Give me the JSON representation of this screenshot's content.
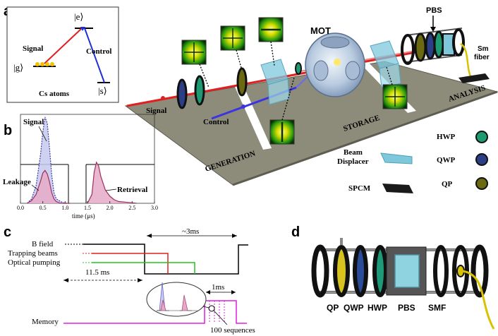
{
  "panels": {
    "a": "a",
    "b": "b",
    "c": "c",
    "d": "d"
  },
  "level_diagram": {
    "state_e": "|e⟩",
    "state_g": "|g⟩",
    "state_s": "|s⟩",
    "signal_label": "Signal",
    "control_label": "Control",
    "atoms_label": "Cs atoms",
    "colors": {
      "signal": "#e02020",
      "control": "#1f2fd8",
      "atoms": "#f2c200"
    }
  },
  "setup": {
    "mot_label": "MOT",
    "pbs_label": "PBS",
    "fiber_label": [
      "Sm",
      "fiber"
    ],
    "signal_label": "Signal",
    "control_label": "Control",
    "sections": [
      "GENERATION",
      "STORAGE",
      "ANALYSIS"
    ],
    "colors": {
      "table": "#8d8c7b",
      "signal_beam": "#e02020",
      "control_beam": "#3a35e0",
      "crystal": "#7fc8dc"
    }
  },
  "legend": {
    "beam_displacer": [
      "Beam",
      "Displacer"
    ],
    "spcm": "SPCM",
    "hwp": "HWP",
    "qwp": "QWP",
    "qp": "QP",
    "colors": {
      "hwp": "#1d9a72",
      "qwp": "#2c3f86",
      "qp": "#6b6a10"
    }
  },
  "plot_b": {
    "labels": {
      "signal": "Signal",
      "leakage": "Leakage",
      "retrieval": "Retrieval"
    },
    "xlabel": "time (μs)",
    "xticks": [
      "0.0",
      "0.5",
      "1.0",
      "1.5",
      "2.0",
      "2.5",
      "3.0"
    ]
  },
  "chart_data": {
    "type": "line",
    "xlabel": "time (μs)",
    "xlim": [
      0,
      3.0
    ],
    "ylim": [
      0,
      1
    ],
    "series": [
      {
        "name": "Signal",
        "x": [
          0.15,
          0.25,
          0.35,
          0.45,
          0.5,
          0.55,
          0.6,
          0.65,
          0.7,
          0.75,
          0.8,
          0.9,
          1.0,
          1.1
        ],
        "y": [
          0.0,
          0.05,
          0.2,
          0.55,
          0.8,
          0.97,
          0.9,
          0.62,
          0.32,
          0.12,
          0.05,
          0.02,
          0.0,
          0.0
        ]
      },
      {
        "name": "Leakage",
        "x": [
          0.15,
          0.25,
          0.35,
          0.45,
          0.5,
          0.55,
          0.6,
          0.65,
          0.7,
          0.75,
          0.8,
          0.9,
          1.0,
          1.1
        ],
        "y": [
          0.0,
          0.03,
          0.1,
          0.25,
          0.34,
          0.37,
          0.33,
          0.24,
          0.12,
          0.05,
          0.02,
          0.0,
          0.0,
          0.0
        ]
      },
      {
        "name": "Retrieval",
        "x": [
          1.5,
          1.6,
          1.65,
          1.7,
          1.75,
          1.8,
          1.9,
          2.0,
          2.1,
          2.2,
          2.4,
          2.6
        ],
        "y": [
          0.0,
          0.1,
          0.35,
          0.46,
          0.42,
          0.3,
          0.15,
          0.08,
          0.04,
          0.02,
          0.01,
          0.0
        ]
      }
    ]
  },
  "timing": {
    "b_field": "B field",
    "trapping": "Trapping beams",
    "optical": "Optical pumping",
    "memory": "Memory",
    "t_3ms": "~3ms",
    "t_11ms": "11.5 ms",
    "t_1ms": "1ms",
    "sequences": "100 sequences",
    "colors": {
      "trapping": "#e02020",
      "optical": "#22c322",
      "memory": "#e020e0"
    }
  },
  "fiber_mount": {
    "labels": [
      "QP",
      "QWP",
      "HWP",
      "PBS",
      "SMF"
    ],
    "colors": {
      "qp": "#d7c21e",
      "qwp": "#2a4d9a",
      "hwp": "#1e9a78",
      "pbs": "#8fd2e0",
      "smf": "#d9c300"
    }
  }
}
